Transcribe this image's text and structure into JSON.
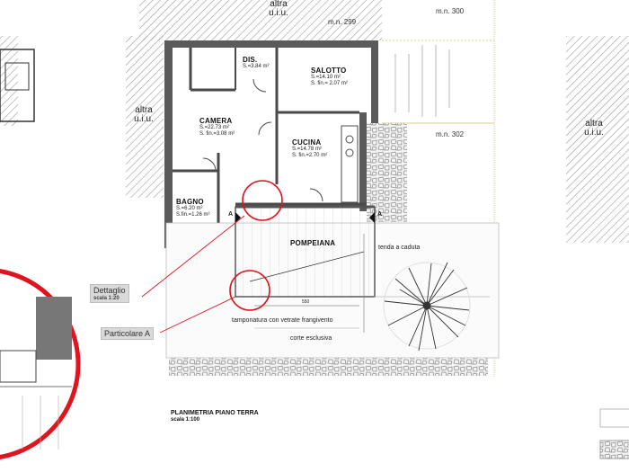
{
  "neighbors": {
    "top": "altra u.i.u.",
    "left": "altra u.i.u.",
    "right": "altra u.i.u."
  },
  "parcels": {
    "top_mid": "m.n. 299",
    "top_right": "m.n. 300",
    "right": "m.n. 302"
  },
  "rooms": [
    {
      "name": "DIS.",
      "area": "S.=3.84 m²",
      "fin": ""
    },
    {
      "name": "SALOTTO",
      "area": "S.=14.10 m²",
      "fin": "S. fin.= 2.07 m²"
    },
    {
      "name": "CAMERA",
      "area": "S.=22.73 m²",
      "fin": "S. fin.=3.08 m²"
    },
    {
      "name": "CUCINA",
      "area": "S.=14.78 m²",
      "fin": "S. fin.=2.70 m²"
    },
    {
      "name": "BAGNO",
      "area": "S.=6.20 m²",
      "fin": "S.fin.=1.26 m²"
    },
    {
      "name": "POMPEIANA",
      "area": "",
      "fin": ""
    }
  ],
  "notes": {
    "tenda": "tenda a caduta",
    "tamponatura": "tamponatura con vetrate frangivento",
    "corte": "corte esclusiva",
    "dim_550": "550",
    "section_a": "A"
  },
  "callouts": {
    "dettaglio": "Dettaglio",
    "dettaglio_scale": "scala 1:20",
    "particolare": "Particolare A"
  },
  "title": {
    "main": "PLANIMETRIA  PIANO TERRA",
    "scale": "scala 1:100"
  },
  "colors": {
    "wall": "#4a4a4a",
    "hatch": "#9a9a9a",
    "callout": "#e0141e",
    "parcel_line": "#d8c98a"
  }
}
